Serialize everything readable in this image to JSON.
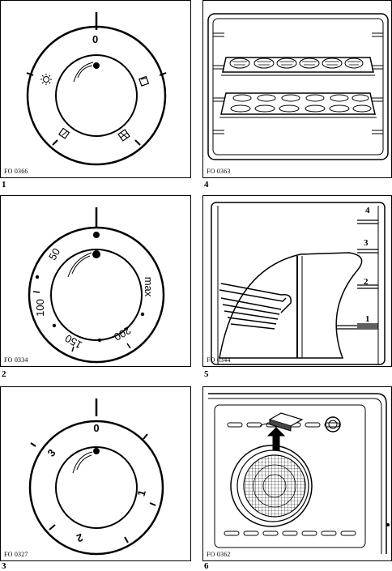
{
  "figures": [
    {
      "number": "1",
      "code": "FO 0366",
      "dial": {
        "top": "0"
      }
    },
    {
      "number": "2",
      "code": "FO 0334",
      "dial": {
        "labels": [
          "50",
          "100",
          "150",
          "200",
          "max"
        ]
      }
    },
    {
      "number": "3",
      "code": "FO 0327",
      "dial": {
        "labels": [
          "0",
          "1",
          "2",
          "3"
        ]
      }
    },
    {
      "number": "4",
      "code": "FO 0363"
    },
    {
      "number": "5",
      "code": "FO 0344",
      "levels": [
        "4",
        "3",
        "2",
        "1"
      ]
    },
    {
      "number": "6",
      "code": "FO 0362"
    }
  ]
}
